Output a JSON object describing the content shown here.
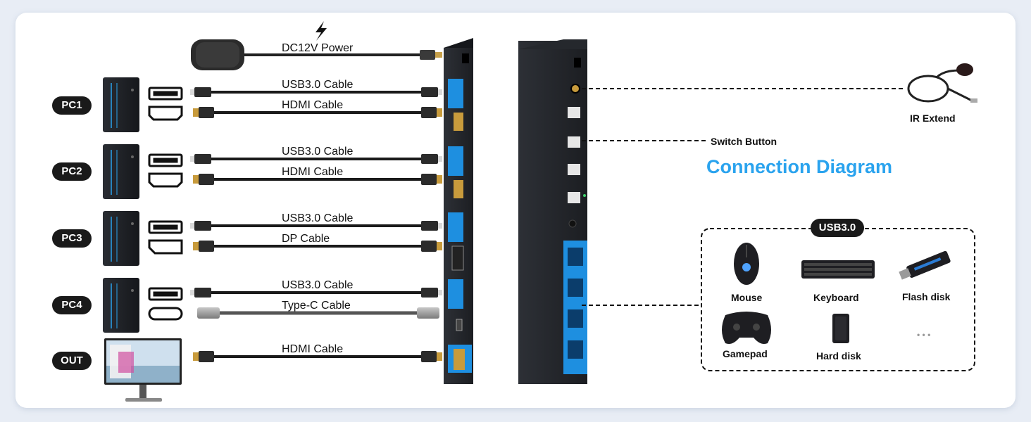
{
  "power": {
    "label": "DC12V Power",
    "icon": "lightning-icon"
  },
  "inputs": [
    {
      "pc": "PC1",
      "cable_top": "USB3.0 Cable",
      "cable_bottom": "HDMI Cable"
    },
    {
      "pc": "PC2",
      "cable_top": "USB3.0 Cable",
      "cable_bottom": "HDMI Cable"
    },
    {
      "pc": "PC3",
      "cable_top": "USB3.0 Cable",
      "cable_bottom": "DP Cable"
    },
    {
      "pc": "PC4",
      "cable_top": "USB3.0 Cable",
      "cable_bottom": "Type-C Cable"
    }
  ],
  "output": {
    "badge": "OUT",
    "cable": "HDMI Cable"
  },
  "ir": {
    "label": "IR Extend"
  },
  "switch_button": {
    "label": "Switch Button"
  },
  "title": "Connection Diagram",
  "usb_group": {
    "title": "USB3.0",
    "devices": [
      "Mouse",
      "Keyboard",
      "Flash disk",
      "Gamepad",
      "Hard disk"
    ],
    "more": "• • •"
  },
  "colors": {
    "accent": "#2aa3ee",
    "dark": "#1a1a1a",
    "device_blue": "#1e8fe0"
  }
}
